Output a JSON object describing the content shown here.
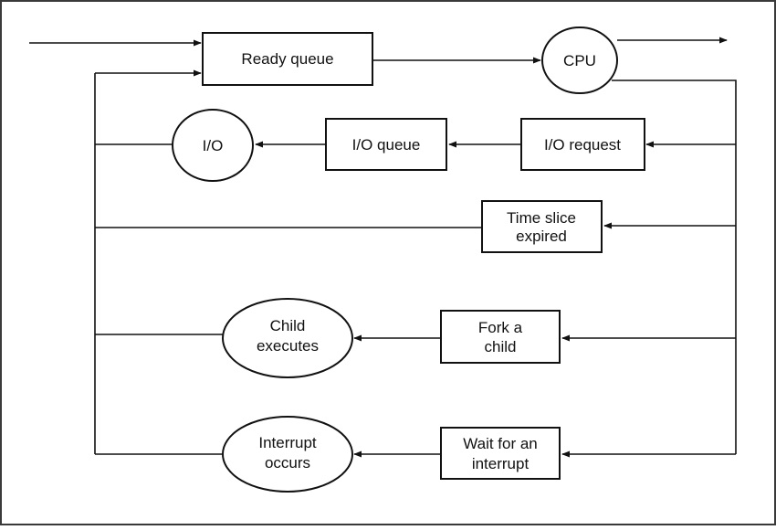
{
  "diagram": {
    "nodes": {
      "ready_queue": "Ready queue",
      "cpu": "CPU",
      "io": "I/O",
      "io_queue": "I/O queue",
      "io_request": "I/O request",
      "time_slice_line1": "Time slice",
      "time_slice_line2": "expired",
      "fork_line1": "Fork a",
      "fork_line2": "child",
      "child_exec_line1": "Child",
      "child_exec_line2": "executes",
      "wait_line1": "Wait for an",
      "wait_line2": "interrupt",
      "interrupt_line1": "Interrupt",
      "interrupt_line2": "occurs"
    },
    "colors": {
      "stroke": "#111111",
      "background": "#ffffff",
      "frame": "#3a3a3a"
    }
  }
}
